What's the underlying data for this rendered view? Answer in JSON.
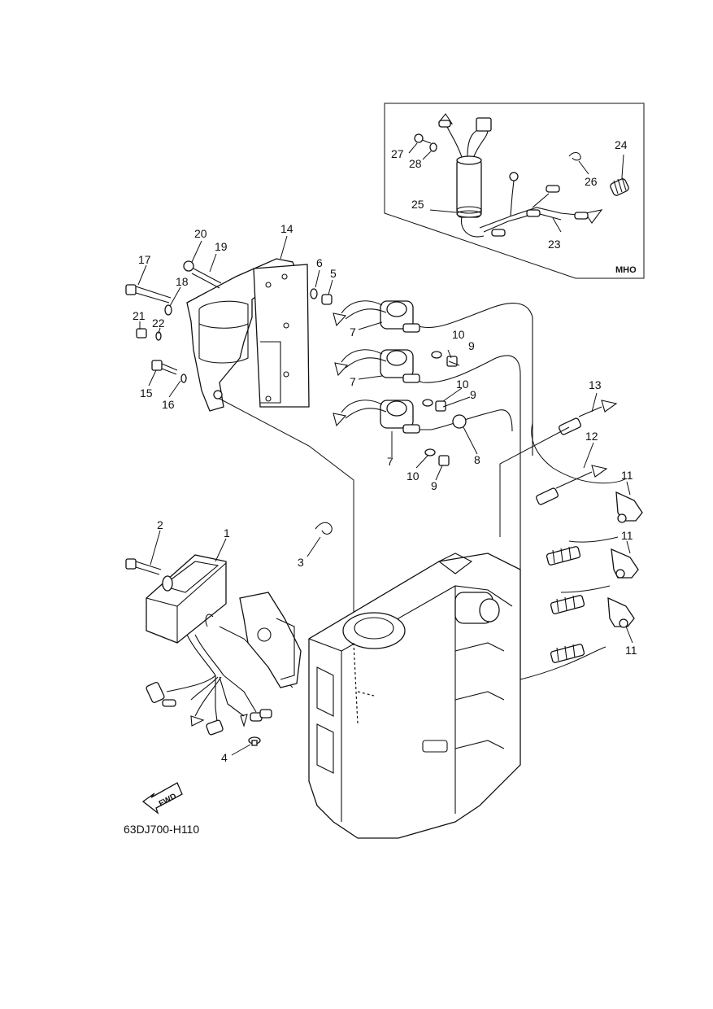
{
  "diagram": {
    "code": "63DJ700-H110",
    "inset_tag": "MHO",
    "fwd_label": "FWD",
    "callouts": [
      {
        "id": "c1",
        "text": "1"
      },
      {
        "id": "c2",
        "text": "2"
      },
      {
        "id": "c3",
        "text": "3"
      },
      {
        "id": "c4",
        "text": "4"
      },
      {
        "id": "c5",
        "text": "5"
      },
      {
        "id": "c6",
        "text": "6"
      },
      {
        "id": "c7a",
        "text": "7"
      },
      {
        "id": "c7b",
        "text": "7"
      },
      {
        "id": "c7c",
        "text": "7"
      },
      {
        "id": "c8",
        "text": "8"
      },
      {
        "id": "c9a",
        "text": "9"
      },
      {
        "id": "c9b",
        "text": "9"
      },
      {
        "id": "c9c",
        "text": "9"
      },
      {
        "id": "c10a",
        "text": "10"
      },
      {
        "id": "c10b",
        "text": "10"
      },
      {
        "id": "c10c",
        "text": "10"
      },
      {
        "id": "c11a",
        "text": "11"
      },
      {
        "id": "c11b",
        "text": "11"
      },
      {
        "id": "c11c",
        "text": "11"
      },
      {
        "id": "c12",
        "text": "12"
      },
      {
        "id": "c13",
        "text": "13"
      },
      {
        "id": "c14",
        "text": "14"
      },
      {
        "id": "c15",
        "text": "15"
      },
      {
        "id": "c16",
        "text": "16"
      },
      {
        "id": "c17",
        "text": "17"
      },
      {
        "id": "c18",
        "text": "18"
      },
      {
        "id": "c19",
        "text": "19"
      },
      {
        "id": "c20",
        "text": "20"
      },
      {
        "id": "c21",
        "text": "21"
      },
      {
        "id": "c22",
        "text": "22"
      },
      {
        "id": "c23",
        "text": "23"
      },
      {
        "id": "c24",
        "text": "24"
      },
      {
        "id": "c25",
        "text": "25"
      },
      {
        "id": "c26",
        "text": "26"
      },
      {
        "id": "c27",
        "text": "27"
      },
      {
        "id": "c28",
        "text": "28"
      }
    ]
  }
}
